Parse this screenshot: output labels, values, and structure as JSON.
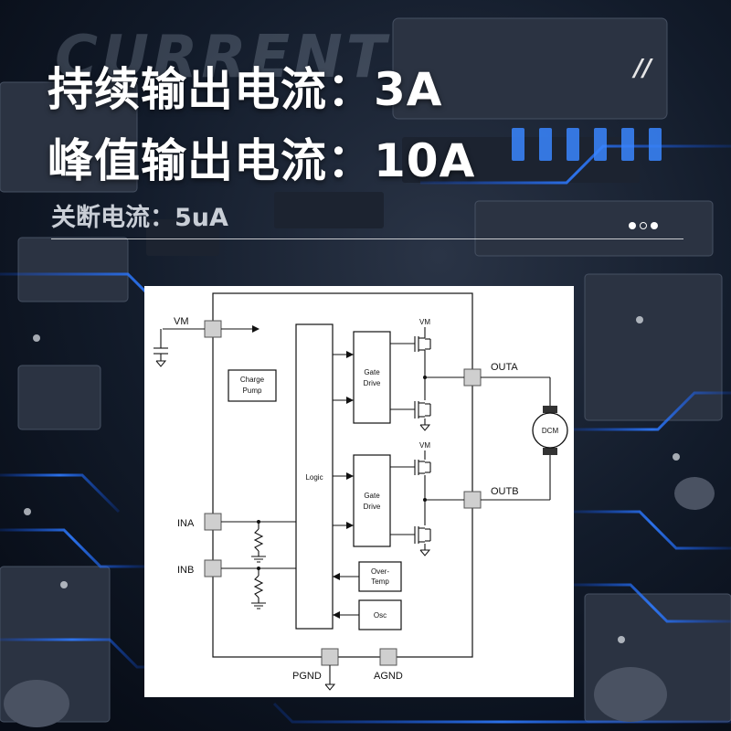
{
  "header": {
    "watermark": "CURRENT",
    "line1": "持续输出电流：3A",
    "line2": "峰值输出电流：10A",
    "line3": "关断电流：5uA",
    "slashes": "//"
  },
  "pagination": {
    "count": 3,
    "active": 1
  },
  "diagram": {
    "pins": {
      "vm": "VM",
      "ina": "INA",
      "inb": "INB",
      "outa": "OUTA",
      "outb": "OUTB",
      "pgnd": "PGND",
      "agnd": "AGND"
    },
    "blocks": {
      "charge_pump_1": "Charge",
      "charge_pump_2": "Pump",
      "logic": "Logic",
      "gate_drive_top_1": "Gate",
      "gate_drive_top_2": "Drive",
      "gate_drive_bottom_1": "Gate",
      "gate_drive_bottom_2": "Drive",
      "over_temp_1": "Over-",
      "over_temp_2": "Temp",
      "osc": "Osc",
      "motor": "DCM",
      "vm_top": "VM",
      "vm_bottom": "VM"
    }
  },
  "colors": {
    "accent": "#1e6bff",
    "text": "#ffffff"
  }
}
